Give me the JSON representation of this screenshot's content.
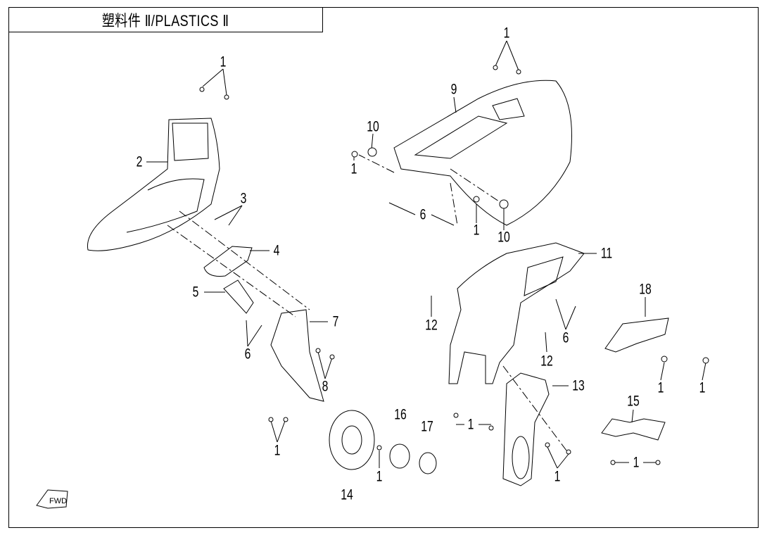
{
  "title": "塑料件 Ⅱ/PLASTICS Ⅱ",
  "fwd_icon_text": "FWD",
  "callouts": [
    "1",
    "2",
    "3",
    "4",
    "5",
    "6",
    "7",
    "8",
    "1",
    "14",
    "16",
    "17",
    "1",
    "1",
    "9",
    "10",
    "1",
    "6",
    "1",
    "10",
    "11",
    "12",
    "6",
    "12",
    "18",
    "13",
    "1",
    "1",
    "15",
    "1",
    "1",
    "1"
  ]
}
